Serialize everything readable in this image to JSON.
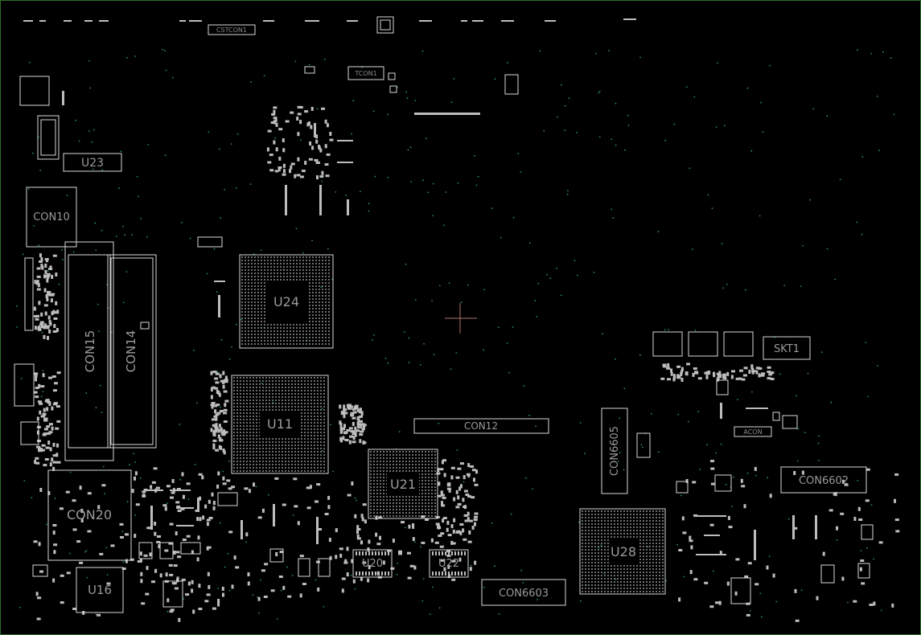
{
  "board": {
    "theme": {
      "background": "#000000",
      "border": "#2d6a2d",
      "outline": "#d8d8d8",
      "label": "#9a9a9a",
      "via": "#2f8a7a",
      "marker": "#b07070"
    }
  },
  "components": {
    "U24": "U24",
    "U11": "U11",
    "U21": "U21",
    "U28": "U28",
    "U20": "U20",
    "U22": "U22",
    "U16": "U16",
    "U23": "U23",
    "CON10": "CON10",
    "CON15": "CON15",
    "CON14": "CON14",
    "CON12": "CON12",
    "CON20": "CON20",
    "CON6605": "CON6605",
    "CON6602": "CON6602",
    "CON6603": "CON6603",
    "SKT1": "SKT1",
    "CSTCON1": "CSTCON1",
    "TCON1": "TCON1",
    "ACON": "ACON"
  }
}
